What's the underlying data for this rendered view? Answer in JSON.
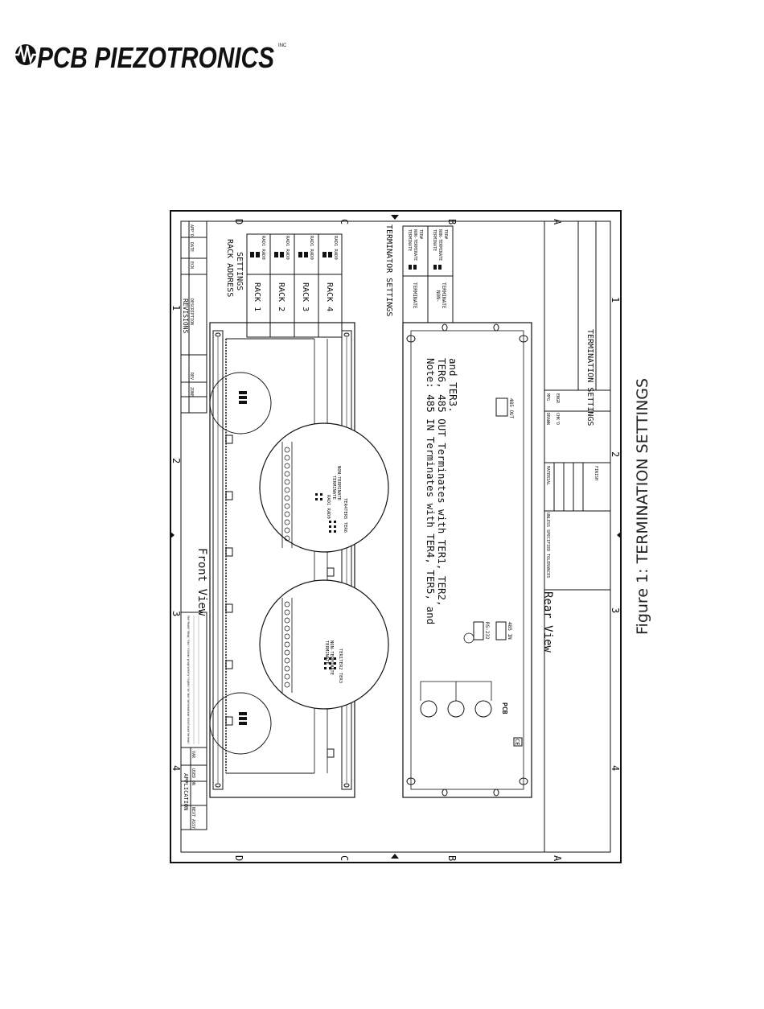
{
  "logo": {
    "brand": "PCB PIEZOTRONICS",
    "suffix": "INC"
  },
  "caption": "Figure 1: TERMINATION SETTINGS",
  "drawing": {
    "grid_letters": [
      "A",
      "B",
      "C",
      "D"
    ],
    "grid_numbers": [
      "1",
      "2",
      "3",
      "4"
    ],
    "revisions": {
      "title": "REVISIONS",
      "headers": [
        "ZONE",
        "REV",
        "DESCRIPTION",
        "ECN",
        "DATE",
        "APP'D"
      ]
    },
    "application": {
      "title": "APPLICATION",
      "headers": [
        "NEXT ASSY",
        "USED ON",
        "VAR"
      ]
    },
    "rack_address": {
      "title_line1": "RACK ADDRESS",
      "title_line2": "SETTINGS",
      "racks": [
        "RACK 1",
        "RACK 2",
        "RACK 3",
        "RACK 4"
      ],
      "jumper_labels": "RAD1 RAD0"
    },
    "terminator": {
      "title": "TERMINATOR SETTINGS",
      "row1": "TERMINATE",
      "row2_line1": "NON-",
      "row2_line2": "TERMINATE",
      "opt_terminate": "TERMINATE",
      "opt_non_terminate": "NON-TERMINATE",
      "ter_tag": "TER#"
    },
    "front_view": "Front View",
    "rear_view": "Rear View",
    "note_line1": "Note: 485 IN Terminates with TER4, TER5, and",
    "note_line2": "TER6, 485 OUT Terminates with TER1, TER2,",
    "note_line3": "and TER3.",
    "detail1": {
      "terminate": "TERMINATE",
      "non_terminate": "NON-TERMINATE",
      "ters": "TER1TER2 TER3"
    },
    "detail2": {
      "rad": "RAD1 RAD0",
      "terminate": "TERMINATE",
      "non_terminate": "NON-TERMINATE",
      "ters": "TER4TER5 TER6"
    },
    "ports": {
      "rs232": "RS-232",
      "in485": "485 IN",
      "out485": "485 OUT"
    },
    "pcb_small": "PCB",
    "ce_mark": "CE",
    "title_block": {
      "title": "TERMINATION SETTINGS",
      "drawn": "DRAWN",
      "chkd": "CHK'D",
      "mfg": "MFG",
      "engr": "ENGR",
      "tolerances": "UNLESS SPECIFIED TOLERANCES",
      "material": "MATERIAL",
      "finish": "FINISH"
    },
    "notice": "The Model Shop, Inc. claims proprietary rights to the information disclosed hereon."
  }
}
